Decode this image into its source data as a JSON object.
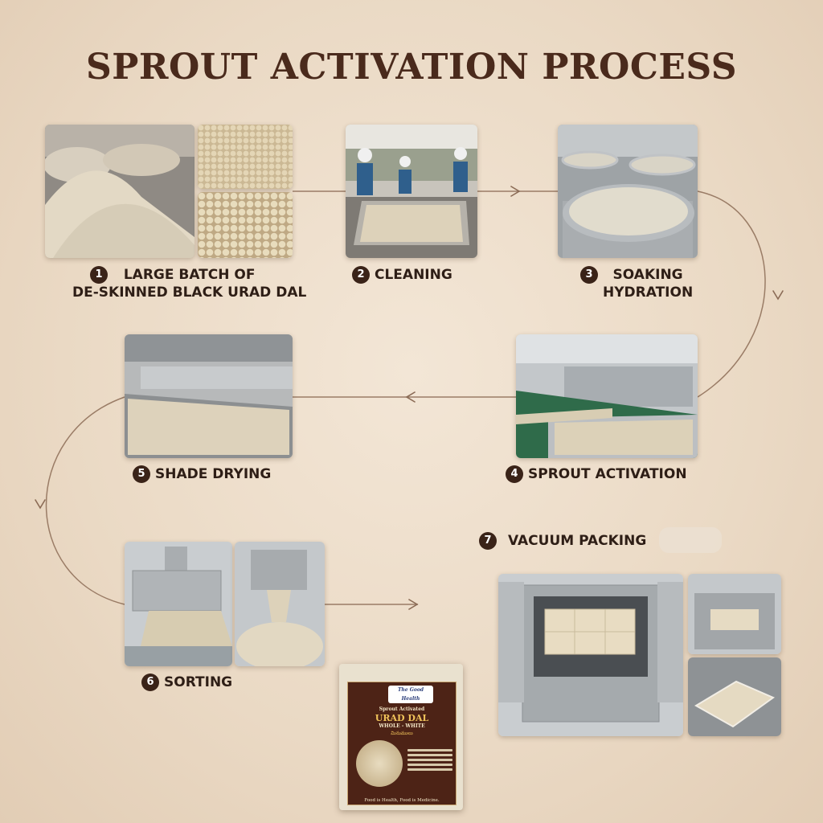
{
  "title": "SPROUT ACTIVATION PROCESS",
  "steps": [
    {
      "num": "1",
      "label": "LARGE BATCH OF\nDE-SKINNED BLACK URAD DAL"
    },
    {
      "num": "2",
      "label": "CLEANING"
    },
    {
      "num": "3",
      "label": "SOAKING\nHYDRATION"
    },
    {
      "num": "4",
      "label": "SPROUT ACTIVATION"
    },
    {
      "num": "5",
      "label": "SHADE DRYING"
    },
    {
      "num": "6",
      "label": "SORTING"
    },
    {
      "num": "7",
      "label": "VACUUM PACKING"
    }
  ],
  "package": {
    "brand": "The Good Health",
    "line1": "Sprout Activated",
    "line2": "URAD DAL",
    "line3": "WHOLE - WHITE",
    "line4": "మినుములు",
    "footer": "Food is Health, Food is Medicine."
  },
  "colors": {
    "background": "#ecdcc8",
    "title": "#4a2a1c",
    "connector": "#9a7c66",
    "badge": "#3a2318",
    "grain": "#d9ccb0",
    "steel": "#b8bcc0"
  },
  "photos": [
    "urad-dal-heap-photo",
    "urad-dal-closeup-photo",
    "urad-dal-closeup-photo",
    "cleaning-workers-photo",
    "soaking-tanks-photo",
    "sprouting-trays-photo",
    "shade-drying-photo",
    "sorting-machine-photo",
    "sorting-output-photo",
    "vacuum-chamber-photo",
    "vacuum-sealer-photo",
    "sealed-packs-photo"
  ]
}
